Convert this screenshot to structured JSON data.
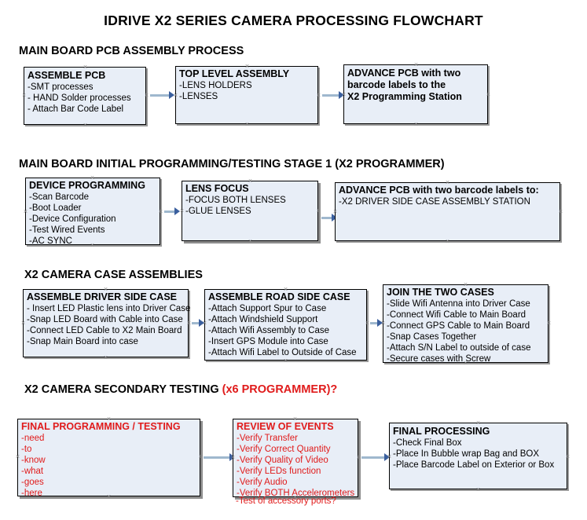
{
  "document": {
    "title": "IDRIVE X2  SERIES CAMERA PROCESSING FLOWCHART",
    "accent_red": "#E01B1B",
    "box_fill": "#E8EEF7",
    "connector_color": "#9FB8CE",
    "arrowhead_color": "#3A5F9E"
  },
  "sections": [
    {
      "id": "main-board-pcb-assembly",
      "heading": "MAIN BOARD PCB ASSEMBLY PROCESS",
      "heading_accent": "",
      "boxes": [
        {
          "id": "assemble-pcb",
          "title": "ASSEMBLE PCB",
          "lines": [
            "-SMT processes",
            "- HAND Solder processes",
            "- Attach Bar Code Label"
          ],
          "color": "black",
          "bold_lines": false
        },
        {
          "id": "top-level-assembly",
          "title": "TOP LEVEL ASSEMBLY",
          "lines": [
            "-LENS HOLDERS",
            "-LENSES"
          ],
          "color": "black",
          "bold_lines": false
        },
        {
          "id": "advance-pcb-programming-station",
          "title": "ADVANCE PCB with two",
          "lines": [
            "barcode labels to the",
            " X2 Programming Station"
          ],
          "color": "black",
          "bold_lines": true
        }
      ]
    },
    {
      "id": "main-board-initial-programming",
      "heading": "MAIN BOARD INITIAL PROGRAMMING/TESTING STAGE 1 (X2 PROGRAMMER)",
      "heading_accent": "",
      "boxes": [
        {
          "id": "device-programming",
          "title": "DEVICE PROGRAMMING",
          "lines": [
            "-Scan Barcode",
            "-Boot Loader",
            "-Device Configuration",
            "-Test Wired Events",
            "-AC SYNC"
          ],
          "color": "black",
          "bold_lines": false
        },
        {
          "id": "lens-focus",
          "title": "LENS FOCUS",
          "lines": [
            "-FOCUS BOTH LENSES",
            "-GLUE LENSES"
          ],
          "color": "black",
          "bold_lines": false
        },
        {
          "id": "advance-pcb-driver-side-case",
          "title": "ADVANCE PCB with two barcode labels to:",
          "lines": [
            "-X2 DRIVER  SIDE  CASE  ASSEMBLY STATION"
          ],
          "color": "black",
          "bold_lines": false
        }
      ]
    },
    {
      "id": "x2-camera-case-assemblies",
      "heading": "X2 CAMERA CASE ASSEMBLIES",
      "heading_accent": "",
      "boxes": [
        {
          "id": "assemble-driver-side-case",
          "title": "ASSEMBLE DRIVER SIDE CASE",
          "lines": [
            "- Insert LED Plastic lens into Driver Case",
            "-Snap LED Board with Cable into Case",
            "-Connect LED Cable to X2 Main Board",
            "-Snap Main Board into case"
          ],
          "color": "black",
          "bold_lines": false
        },
        {
          "id": "assemble-road-side-case",
          "title": "ASSEMBLE ROAD SIDE CASE",
          "lines": [
            "-Attach Support Spur to Case",
            "-Attach Windshield Support",
            "-Attach Wifi Assembly to Case",
            "-Insert GPS Module into Case",
            "-Attach Wifi Label to Outside of Case"
          ],
          "color": "black",
          "bold_lines": false
        },
        {
          "id": "join-the-two-cases",
          "title": "JOIN THE TWO CASES",
          "lines": [
            "-Slide Wifi Antenna into Driver Case",
            "-Connect Wifi Cable to Main Board",
            "-Connect GPS Cable to Main Board",
            "-Snap Cases Together",
            "-Attach S/N Label to outside of case",
            "-Secure cases with Screw"
          ],
          "color": "black",
          "bold_lines": false
        }
      ]
    },
    {
      "id": "x2-camera-secondary-testing",
      "heading": "X2 CAMERA SECONDARY TESTING ",
      "heading_accent": "(x6 PROGRAMMER)?",
      "boxes": [
        {
          "id": "final-programming-testing",
          "title": "FINAL PROGRAMMING / TESTING",
          "lines": [
            "-need",
            "-to",
            "-know",
            "-what",
            "-goes",
            "-here"
          ],
          "color": "red",
          "bold_lines": false
        },
        {
          "id": "review-of-events",
          "title": "REVIEW OF EVENTS",
          "lines": [
            "-Verify Transfer",
            "-Verify Correct Quantity",
            "-Verify Quality of Video",
            "-Verify LEDs function",
            "-Verify Audio",
            "-Verify BOTH Accelerometers"
          ],
          "overflow_line": "-Test of accessory ports?",
          "color": "red",
          "bold_lines": false
        },
        {
          "id": "final-processing",
          "title": "FINAL PROCESSING",
          "lines": [
            " -Check Final Box",
            "-Place In Bubble wrap Bag and BOX",
            "-Place Barcode Label on Exterior or Box"
          ],
          "color": "black",
          "bold_lines": false
        }
      ]
    }
  ],
  "connectors": [
    {
      "id": "conn-assemble-pcb-to-top-level",
      "from": "assemble-pcb",
      "to": "top-level-assembly"
    },
    {
      "id": "conn-top-level-to-advance-pcb",
      "from": "top-level-assembly",
      "to": "advance-pcb-programming-station"
    },
    {
      "id": "conn-device-programming-to-lens-focus",
      "from": "device-programming",
      "to": "lens-focus"
    },
    {
      "id": "conn-lens-focus-to-advance-pcb",
      "from": "lens-focus",
      "to": "advance-pcb-driver-side-case"
    },
    {
      "id": "conn-driver-case-to-road-case",
      "from": "assemble-driver-side-case",
      "to": "assemble-road-side-case"
    },
    {
      "id": "conn-road-case-to-join-cases",
      "from": "assemble-road-side-case",
      "to": "join-the-two-cases"
    },
    {
      "id": "conn-final-prog-to-review",
      "from": "final-programming-testing",
      "to": "review-of-events"
    },
    {
      "id": "conn-review-to-final-processing",
      "from": "review-of-events",
      "to": "final-processing"
    }
  ]
}
